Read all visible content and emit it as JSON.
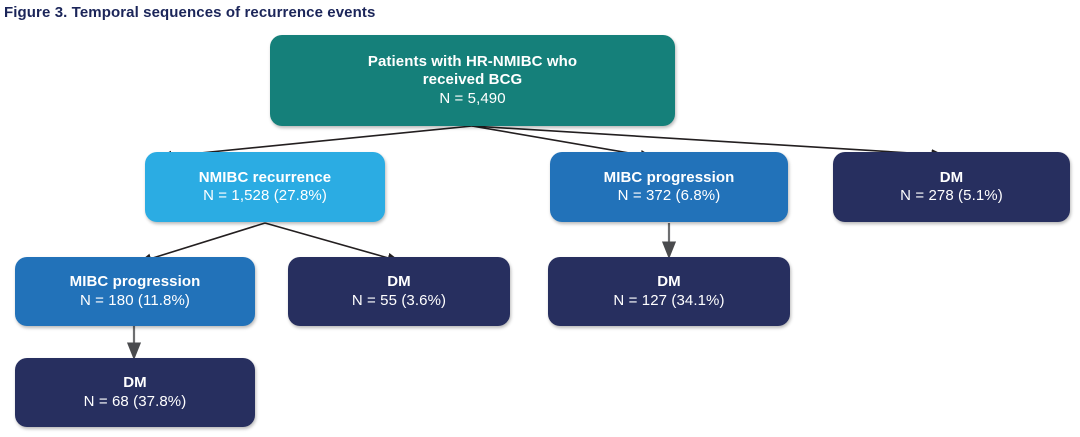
{
  "figure": {
    "title": "Figure 3. Temporal sequences of recurrence events",
    "title_color": "#1b2559",
    "background": "#ffffff"
  },
  "palette": {
    "teal": "#15807a",
    "light_blue": "#2bace3",
    "medium_blue": "#2272b9",
    "dark_navy": "#272f5f",
    "arrow_dark": "#231f20",
    "arrow_gray": "#58595b"
  },
  "chart_data": {
    "type": "diagram",
    "title": "Figure 3. Temporal sequences of recurrence events",
    "nodes": [
      {
        "id": "root",
        "label_line1": "Patients with HR-NMIBC who",
        "label_line2": "received BCG",
        "count_label": "N = 5,490",
        "n": 5490,
        "percent": null,
        "color": "#15807a",
        "level": 0
      },
      {
        "id": "nmibc_recurrence",
        "label_line1": "NMIBC recurrence",
        "label_line2": "",
        "count_label": "N = 1,528 (27.8%)",
        "n": 1528,
        "percent": 27.8,
        "color": "#2bace3",
        "level": 1
      },
      {
        "id": "mibc_progression_l1",
        "label_line1": "MIBC progression",
        "label_line2": "",
        "count_label": "N = 372 (6.8%)",
        "n": 372,
        "percent": 6.8,
        "color": "#2272b9",
        "level": 1
      },
      {
        "id": "dm_l1",
        "label_line1": "DM",
        "label_line2": "",
        "count_label": "N = 278 (5.1%)",
        "n": 278,
        "percent": 5.1,
        "color": "#272f5f",
        "level": 1
      },
      {
        "id": "mibc_progression_l2",
        "label_line1": "MIBC progression",
        "label_line2": "",
        "count_label": "N = 180 (11.8%)",
        "n": 180,
        "percent": 11.8,
        "color": "#2272b9",
        "level": 2
      },
      {
        "id": "dm_l2_from_nmibc",
        "label_line1": "DM",
        "label_line2": "",
        "count_label": "N = 55 (3.6%)",
        "n": 55,
        "percent": 3.6,
        "color": "#272f5f",
        "level": 2
      },
      {
        "id": "dm_l2_from_mibc",
        "label_line1": "DM",
        "label_line2": "",
        "count_label": "N = 127 (34.1%)",
        "n": 127,
        "percent": 34.1,
        "color": "#272f5f",
        "level": 2
      },
      {
        "id": "dm_l3",
        "label_line1": "DM",
        "label_line2": "",
        "count_label": "N = 68 (37.8%)",
        "n": 68,
        "percent": 37.8,
        "color": "#272f5f",
        "level": 3
      }
    ],
    "edges": [
      {
        "from": "root",
        "to": "nmibc_recurrence"
      },
      {
        "from": "root",
        "to": "mibc_progression_l1"
      },
      {
        "from": "root",
        "to": "dm_l1"
      },
      {
        "from": "nmibc_recurrence",
        "to": "mibc_progression_l2"
      },
      {
        "from": "nmibc_recurrence",
        "to": "dm_l2_from_nmibc"
      },
      {
        "from": "mibc_progression_l1",
        "to": "dm_l2_from_mibc"
      },
      {
        "from": "mibc_progression_l2",
        "to": "dm_l3"
      }
    ]
  }
}
